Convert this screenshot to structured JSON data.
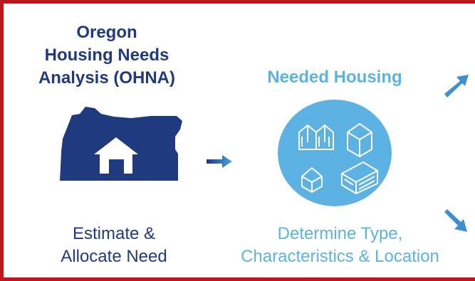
{
  "title": {
    "line1": "Oregon",
    "line2": "Housing Needs",
    "line3": "Analysis (OHNA)"
  },
  "needed_housing": {
    "heading": "Needed Housing"
  },
  "captions": {
    "left_line1": "Estimate &",
    "left_line2": "Allocate Need",
    "right_line1": "Determine Type,",
    "right_line2": "Characteristics & Location"
  },
  "icons": {
    "state": "oregon-map-icon",
    "house": "house-icon",
    "flow_arrow": "arrow-right-icon",
    "housing_types": "housing-types-icon",
    "arrow_up": "arrow-up-right-icon",
    "arrow_down": "arrow-down-right-icon"
  },
  "colors": {
    "border": "#c0151b",
    "dark_blue": "#1f3a7e",
    "light_blue": "#5cb3e3",
    "arrow_blue": "#3f8fd0"
  }
}
